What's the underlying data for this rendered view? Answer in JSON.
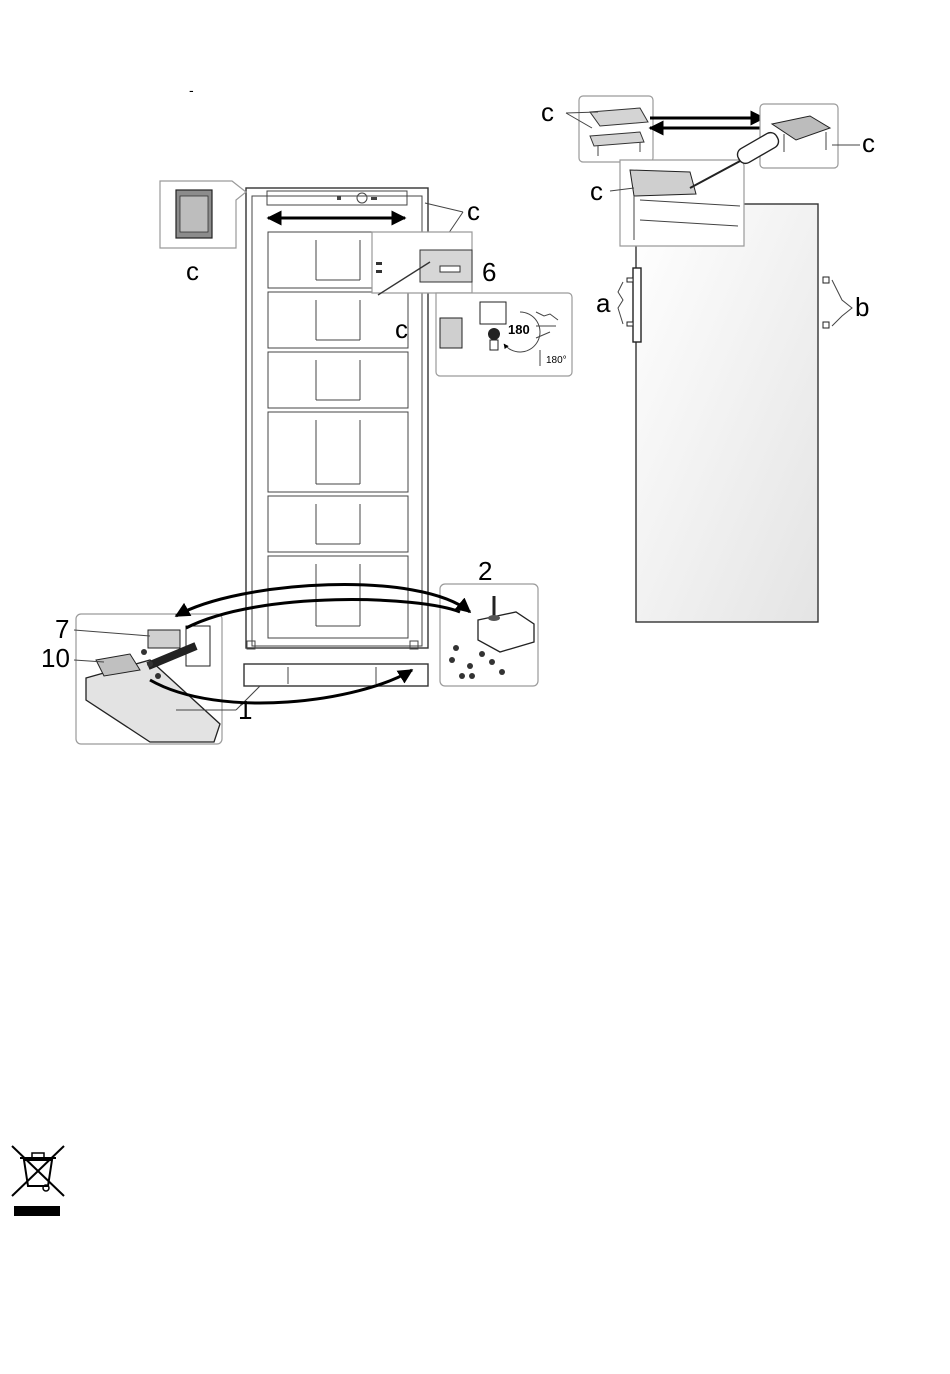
{
  "top_mark": "-",
  "labels": {
    "c": "c",
    "six": "6",
    "one_eighty_large": "180",
    "one_eighty_small": "180°",
    "a": "a",
    "b": "b",
    "two": "2",
    "seven": "7",
    "ten": "10",
    "one": "1"
  },
  "weee_symbol": "crossed-out-wheeled-bin"
}
